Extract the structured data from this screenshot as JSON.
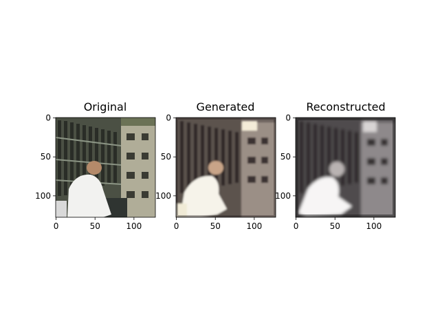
{
  "figure": {
    "panels": [
      {
        "title": "Original",
        "kind": "original",
        "x_ticks": [
          "0",
          "50",
          "100"
        ],
        "y_ticks": [
          "0",
          "50",
          "100"
        ]
      },
      {
        "title": "Generated",
        "kind": "generated",
        "x_ticks": [
          "0",
          "50",
          "100"
        ],
        "y_ticks": [
          "0",
          "50",
          "100"
        ]
      },
      {
        "title": "Reconstructed",
        "kind": "reconstructed",
        "x_ticks": [
          "0",
          "50",
          "100"
        ],
        "y_ticks": [
          "0",
          "50",
          "100"
        ]
      }
    ],
    "image_size": [
      128,
      128
    ],
    "tick_values": [
      0,
      50,
      100
    ],
    "image_description_colors": {
      "original_wall": "#4b5044",
      "original_building_right": "#b0ad98",
      "original_shirt": "#f2f2f0",
      "generated_tint": "#8a7a72",
      "reconstructed_tint": "#6e6a6c"
    }
  }
}
